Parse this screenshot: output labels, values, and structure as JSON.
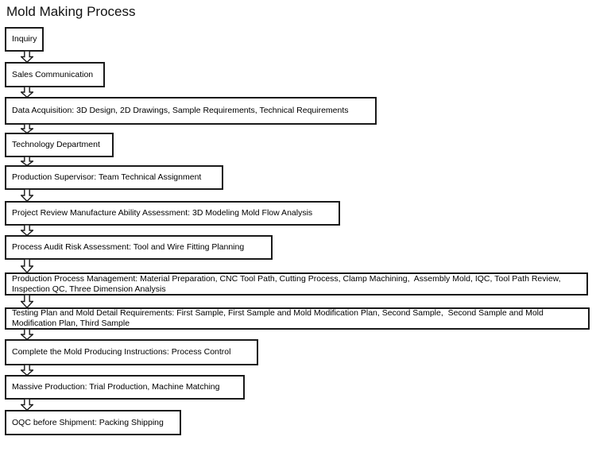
{
  "page": {
    "title": "Mold Making Process"
  },
  "colors": {
    "background": "#ffffff",
    "line": "#1a1a1a",
    "text": "#000000"
  },
  "flowchart": {
    "type": "top-down-process-flow",
    "connector_icon": "down-block-arrow-icon",
    "steps": [
      {
        "label": "Inquiry"
      },
      {
        "label": "Sales Communication"
      },
      {
        "label": "Data Acquisition: 3D Design, 2D Drawings, Sample Requirements, Technical Requirements"
      },
      {
        "label": "Technology Department"
      },
      {
        "label": "Production Supervisor: Team Technical Assignment"
      },
      {
        "label": "Project Review Manufacture Ability Assessment: 3D Modeling Mold Flow Analysis"
      },
      {
        "label": "Process Audit Risk Assessment: Tool and Wire Fitting Planning"
      },
      {
        "label": "Production Process Management: Material Preparation, CNC Tool Path, Cutting Process, Clamp Machining,  Assembly Mold, IQC, Tool Path Review, Inspection QC, Three Dimension Analysis"
      },
      {
        "label": "Testing Plan and Mold Detail Requirements: First Sample, First Sample and Mold Modification Plan, Second Sample,  Second Sample and Mold Modification Plan, Third Sample"
      },
      {
        "label": "Complete the Mold Producing Instructions: Process Control"
      },
      {
        "label": "Massive Production: Trial Production, Machine Matching"
      },
      {
        "label": "OQC before Shipment: Packing Shipping"
      }
    ]
  }
}
